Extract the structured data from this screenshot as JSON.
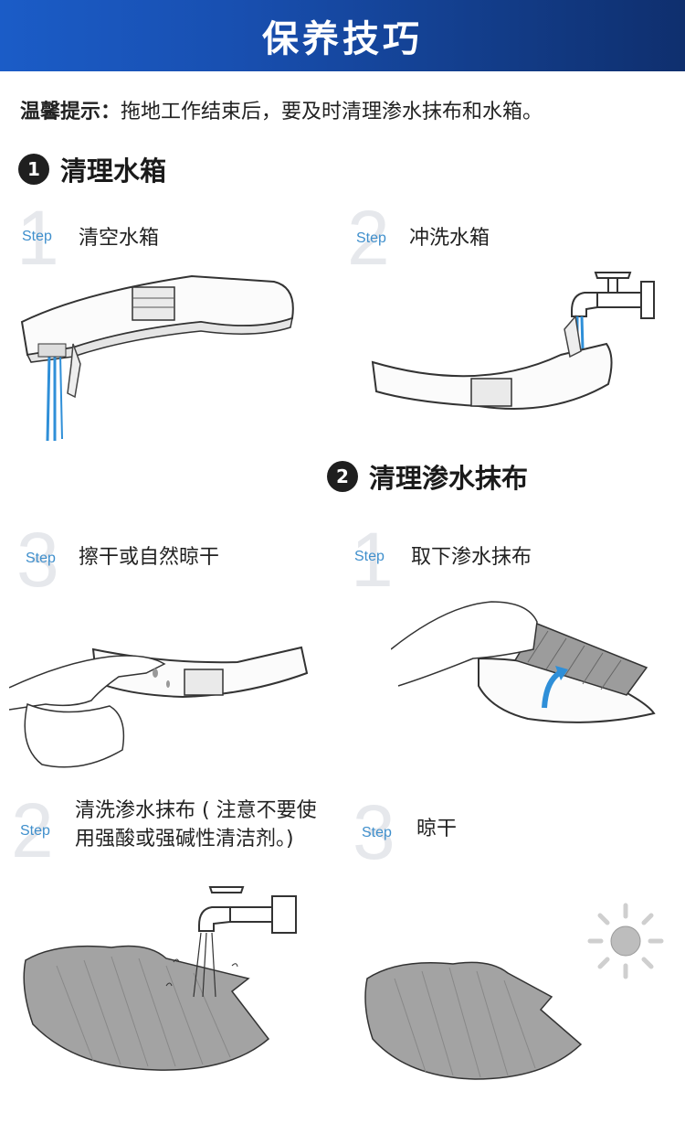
{
  "header": {
    "title": "保养技巧"
  },
  "tip": {
    "label": "温馨提示：",
    "text": "拖地工作结束后，要及时清理渗水抹布和水箱。"
  },
  "sections": [
    {
      "number": "1",
      "title": "清理水箱",
      "steps": [
        {
          "number": "1",
          "label": "Step",
          "text": "清空水箱"
        },
        {
          "number": "2",
          "label": "Step",
          "text": "冲洗水箱"
        },
        {
          "number": "3",
          "label": "Step",
          "text": "擦干或自然晾干"
        }
      ]
    },
    {
      "number": "2",
      "title": "清理渗水抹布",
      "steps": [
        {
          "number": "1",
          "label": "Step",
          "text": "取下渗水抹布"
        },
        {
          "number": "2",
          "label": "Step",
          "text": "清洗渗水抹布 ( 注意不要使用强酸或强碱性清洁剂。)"
        },
        {
          "number": "3",
          "label": "Step",
          "text": "晾干"
        }
      ]
    }
  ],
  "colors": {
    "header_start": "#1b5cc7",
    "header_end": "#0f2f6e",
    "step_label": "#3f8fcc",
    "water": "#2f8fd8"
  },
  "icons": [
    "number-circle-icon",
    "water-tank-icon",
    "faucet-icon",
    "hand-icon",
    "cloth-icon",
    "mop-pad-icon",
    "sun-icon",
    "arrow-icon"
  ]
}
